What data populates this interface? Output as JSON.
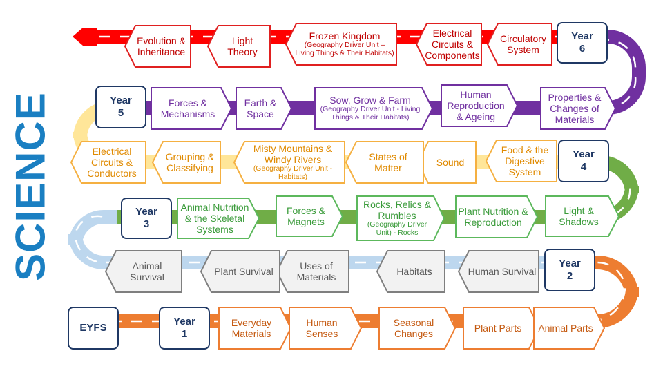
{
  "title": "SCIENCE",
  "colors": {
    "year6": "#e02020",
    "year5": "#7030a0",
    "year4": "#f5b041",
    "year3": "#5cb85c",
    "year2": "#9dc3e6",
    "year1": "#ed7d31",
    "badge_border": "#1f3864",
    "title": "#1a7fc2"
  },
  "badges": {
    "year6": {
      "line1": "Year",
      "line2": "6"
    },
    "year5": {
      "line1": "Year",
      "line2": "5"
    },
    "year4": {
      "line1": "Year",
      "line2": "4"
    },
    "year3": {
      "line1": "Year",
      "line2": "3"
    },
    "year2": {
      "line1": "Year",
      "line2": "2"
    },
    "year1": {
      "line1": "Year",
      "line2": "1"
    },
    "eyfs": {
      "line1": "EYFS",
      "line2": ""
    }
  },
  "year6": {
    "topics": [
      {
        "title": "Circulatory System",
        "sub": ""
      },
      {
        "title": "Electrical Circuits & Components",
        "sub": ""
      },
      {
        "title": "Frozen Kingdom",
        "sub": "(Geography Driver Unit – Living Things & Their Habitats)"
      },
      {
        "title": "Light Theory",
        "sub": ""
      },
      {
        "title": "Evolution & Inheritance",
        "sub": ""
      }
    ]
  },
  "year5": {
    "topics": [
      {
        "title": "Forces & Mechanisms",
        "sub": ""
      },
      {
        "title": "Earth & Space",
        "sub": ""
      },
      {
        "title": "Sow, Grow & Farm",
        "sub": "(Geography Driver Unit - Living Things & Their Habitats)"
      },
      {
        "title": "Human Reproduction & Ageing",
        "sub": ""
      },
      {
        "title": "Properties & Changes of Materials",
        "sub": ""
      }
    ]
  },
  "year4": {
    "topics": [
      {
        "title": "Food & the Digestive System",
        "sub": ""
      },
      {
        "title": "Sound",
        "sub": ""
      },
      {
        "title": "States of Matter",
        "sub": ""
      },
      {
        "title": "Misty Mountains & Windy Rivers",
        "sub": "(Geography Driver Unit - Habitats)"
      },
      {
        "title": "Grouping & Classifying",
        "sub": ""
      },
      {
        "title": "Electrical Circuits & Conductors",
        "sub": ""
      }
    ]
  },
  "year3": {
    "topics": [
      {
        "title": "Animal Nutrition & the Skeletal Systems",
        "sub": ""
      },
      {
        "title": "Forces & Magnets",
        "sub": ""
      },
      {
        "title": "Rocks, Relics & Rumbles",
        "sub": "(Geography Driver Unit) - Rocks"
      },
      {
        "title": "Plant Nutrition & Reproduction",
        "sub": ""
      },
      {
        "title": "Light & Shadows",
        "sub": ""
      }
    ]
  },
  "year2": {
    "topics": [
      {
        "title": "Human Survival",
        "sub": ""
      },
      {
        "title": "Habitats",
        "sub": ""
      },
      {
        "title": "Uses of Materials",
        "sub": ""
      },
      {
        "title": "Plant Survival",
        "sub": ""
      },
      {
        "title": "Animal Survival",
        "sub": ""
      }
    ]
  },
  "year1": {
    "topics": [
      {
        "title": "Everyday Materials",
        "sub": ""
      },
      {
        "title": "Human Senses",
        "sub": ""
      },
      {
        "title": "Seasonal Changes",
        "sub": ""
      },
      {
        "title": "Plant Parts",
        "sub": ""
      },
      {
        "title": "Animal Parts",
        "sub": ""
      }
    ]
  }
}
